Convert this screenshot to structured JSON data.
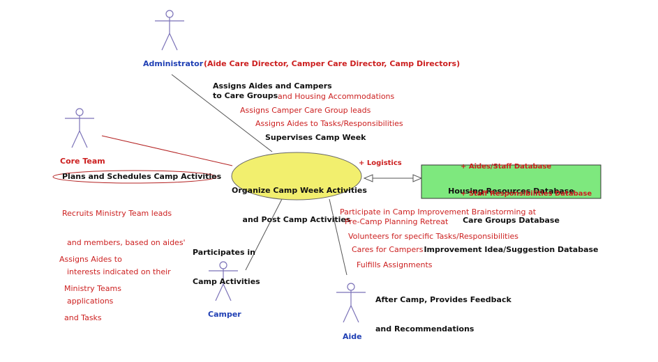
{
  "actors": {
    "administrator": {
      "label": "Administrator",
      "roles": "(Aide Care Director, Camper Care Director, Camp Directors)"
    },
    "core_team": {
      "label": "Core Team"
    },
    "camper": {
      "label": "Camper"
    },
    "aide": {
      "label": "Aide"
    }
  },
  "use_case": {
    "line1": "Organize Camp Week Activities",
    "line2": "and Post Camp Activities"
  },
  "database": {
    "lines": [
      "Housing Resources Database",
      "Care Groups Database",
      "Improvement Idea/Suggestion Database"
    ],
    "extra": [
      "+ Aides/Staff Database",
      "+ Staff Responsibilities Database"
    ],
    "fill": "#7ee87e"
  },
  "logistics": "+ Logistics",
  "admin_notes": {
    "line1": "Assigns Aides and Campers",
    "line2": "to Care Groups",
    "line2_red": "and Housing Accommodations",
    "line3": "Assigns Camper Care Group leads",
    "line4": "Assigns Aides to Tasks/Responsibilities",
    "line5": "Supervises Camp Week"
  },
  "core_notes": {
    "plans": "Plans and Schedules Camp Activities",
    "recruits": [
      "Recruits Ministry Team leads",
      "  and members, based on aides'",
      "  interests indicated on their",
      "  applications"
    ],
    "assigns": [
      "Assigns Aides to",
      "  Ministry Teams",
      "  and Tasks"
    ]
  },
  "camper_notes": [
    "Participates in",
    "Camp Activities"
  ],
  "aide_notes": {
    "red": [
      "Participate in Camp Improvement Brainstorming at",
      "  Pre-Camp Planning Retreat",
      "Volunteers for specific Tasks/Responsibilities",
      "Cares for Campers",
      "Fulfills Assignments"
    ],
    "black": [
      "After Camp, Provides Feedback",
      "and Recommendations"
    ]
  },
  "colors": {
    "actor_stroke": "#7b72b8",
    "label_blue": "#1f3fb4",
    "note_red": "#cc1f1f",
    "ellipse_fill": "#f2ef6e"
  }
}
